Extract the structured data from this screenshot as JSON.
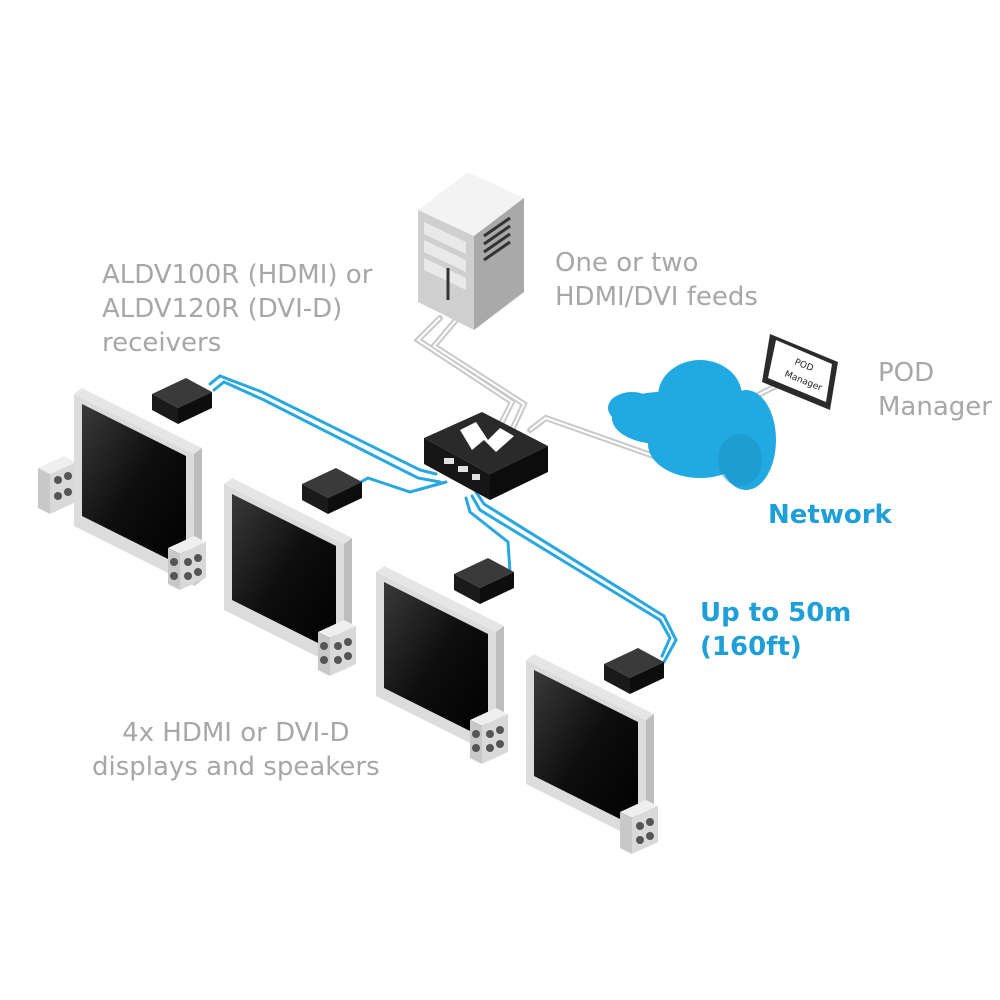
{
  "labels": {
    "receivers_line1": "ALDV100R (HDMI) or",
    "receivers_line2": "ALDV120R (DVI-D)",
    "receivers_line3": "receivers",
    "feeds_line1": "One or two",
    "feeds_line2": "HDMI/DVI feeds",
    "pod_line1": "POD",
    "pod_line2": "Manager",
    "network": "Network",
    "distance_line1": "Up to 50m",
    "distance_line2": "(160ft)",
    "displays_line1": "4x HDMI or DVI-D",
    "displays_line2": "displays and speakers"
  },
  "pod_screen": {
    "line1": "POD",
    "line2": "Manager"
  },
  "colors": {
    "label_gray": "#a7a7a7",
    "accent_blue": "#1f9fd8",
    "cable_blue": "#29a8e0",
    "cloud_blue": "#21a9e1",
    "cable_gray": "#c9c9c9",
    "device_dark": "#1c1c1c",
    "speaker_gray": "#d6d6d6"
  },
  "icons": [
    "pc-tower-icon",
    "transmitter-hub-icon",
    "network-cloud-icon",
    "pod-manager-tablet-icon",
    "receiver-icon",
    "display-icon",
    "speaker-icon"
  ]
}
